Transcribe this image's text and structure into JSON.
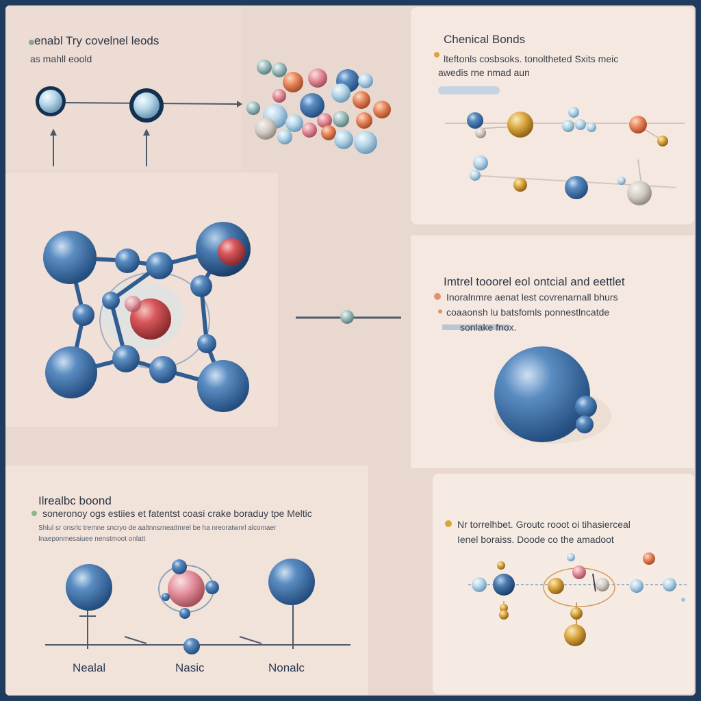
{
  "top_left": {
    "title": "enabl Try covelnel leods",
    "subtitle": "as mahll eoold"
  },
  "top_right": {
    "title": "Chenical Bonds",
    "line1": "lteftonls cosbsoks. tonoltheted Sxits meic",
    "line2": "awedis rne nmad aun"
  },
  "middle_right": {
    "title": "Imtrel tooorel eol ontcial and eettlet",
    "line1": "Inoralnmre aenat lest covrenarnall bhurs",
    "line2": "coaaonsh lu batsfomls ponnestlncatde",
    "line3": "sonlake fnox."
  },
  "bottom_left": {
    "title": "Ilrealbc boond",
    "line1": "soneronoy ogs estiies et fatentst coasi crake boraduy tpe Meltic",
    "line2": "Shlul sr onsrlc tremne sncryo de aaltnnsrneattmrel be ha nreoratwnrl alcomaer",
    "line3": "Inaeponmesaiuee nenstmoot onlatt",
    "labels": [
      "Nealal",
      "Nasic",
      "Nonalc"
    ]
  },
  "bottom_right": {
    "line1": "Nr torrelhbet. Groutc rooot oi tihasierceal",
    "line2": "Ienel boraiss. Doode co the amadoot"
  },
  "colors": {
    "navy_border": "#1f3b5e",
    "atom_blue": "#3f72a8",
    "atom_red": "#d2565a",
    "atom_gold": "#d9a63e",
    "panel_bg": "#f2e4dc"
  }
}
